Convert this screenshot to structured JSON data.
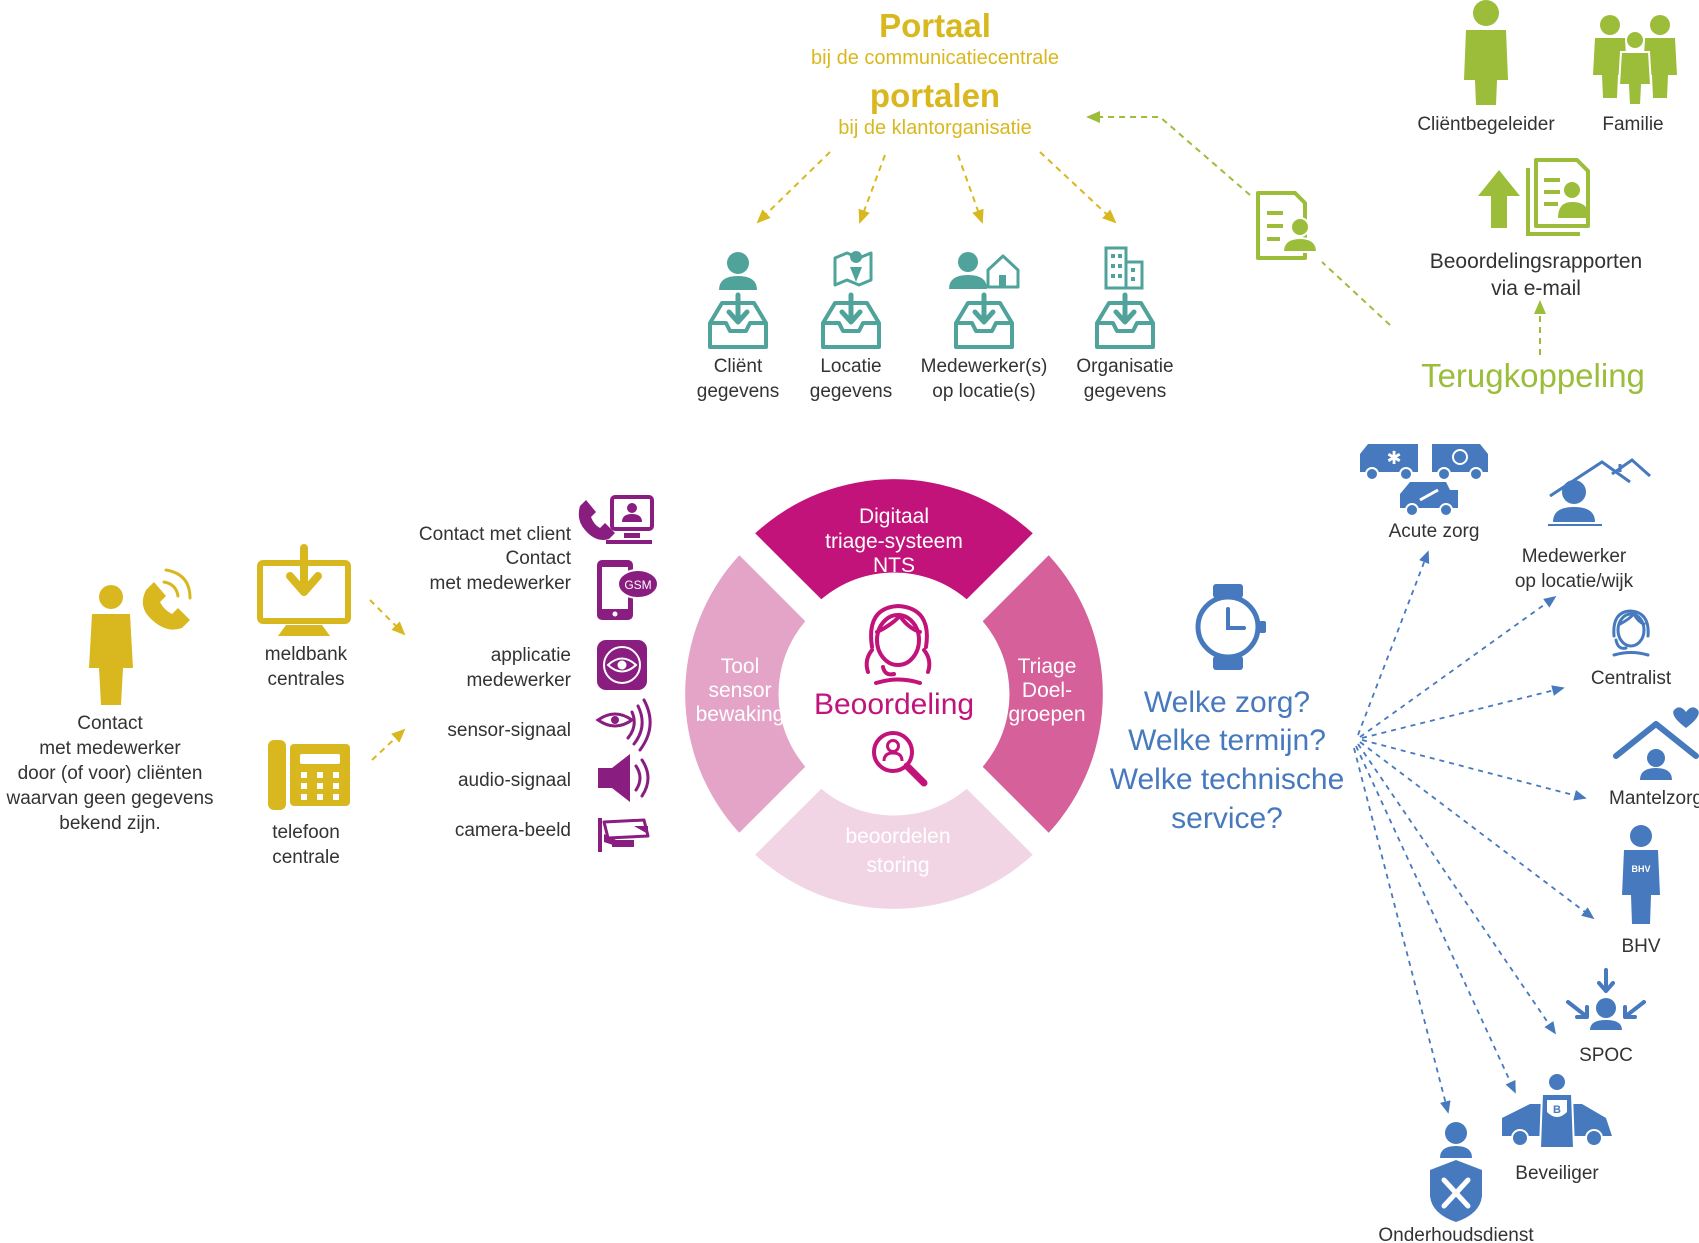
{
  "colors": {
    "gold": "#d9b81f",
    "green": "#9bbd3a",
    "teal": "#4fa39a",
    "purple": "#8a1d80",
    "magenta": "#c2137a",
    "pink_mid": "#d5609a",
    "pink_light": "#e4a4c7",
    "pink_pale": "#f2d5e5",
    "blue": "#4679bd"
  },
  "portal": {
    "title1": "Portaal",
    "sub1": "bij de communicatiecentrale",
    "title2": "portalen",
    "sub2": "bij de klantorganisatie"
  },
  "data_items": [
    {
      "line1": "Cliënt",
      "line2": "gegevens",
      "icon": "person-inbox-icon"
    },
    {
      "line1": "Locatie",
      "line2": "gegevens",
      "icon": "map-pin-inbox-icon"
    },
    {
      "line1": "Medewerker(s)",
      "line2": "op locatie(s)",
      "icon": "person-house-inbox-icon"
    },
    {
      "line1": "Organisatie",
      "line2": "gegevens",
      "icon": "building-inbox-icon"
    }
  ],
  "feedback": {
    "clientbegeleider": "Cliëntbegeleider",
    "familie": "Familie",
    "reports_line1": "Beoordelingsrapporten",
    "reports_line2": "via e-mail",
    "terugkoppeling": "Terugkoppeling"
  },
  "left": {
    "contact": [
      "Contact",
      "met medewerker",
      "door (of voor) cliënten",
      "waarvan geen gegevens",
      "bekend zijn."
    ],
    "meldbank": [
      "meldbank",
      "centrales"
    ],
    "telefoon": [
      "telefoon",
      "centrale"
    ]
  },
  "channels": {
    "contact_client": "Contact met client",
    "contact_mw1": "Contact",
    "contact_mw2": "met medewerker",
    "gsm": "GSM",
    "app1": "applicatie",
    "app2": "medewerker",
    "sensor": "sensor-signaal",
    "audio": "audio-signaal",
    "camera": "camera-beeld"
  },
  "wheel": {
    "top": [
      "Digitaal",
      "triage-systeem",
      "NTS"
    ],
    "left": [
      "Tool",
      "sensor",
      "bewaking"
    ],
    "right": [
      "Triage",
      "Doel-",
      "groepen"
    ],
    "bottom": [
      "beoordelen",
      "storing"
    ],
    "center": "Beoordeling"
  },
  "questions": [
    "Welke zorg?",
    "Welke termijn?",
    "Welke technische",
    "service?"
  ],
  "responders": {
    "acute": "Acute zorg",
    "medewerker1": "Medewerker",
    "medewerker2": "op locatie/wijk",
    "centralist": "Centralist",
    "mantelzorg": "Mantelzorg",
    "bhv": "BHV",
    "bhv_badge": "BHV",
    "spoc": "SPOC",
    "beveiliger": "Beveiliger",
    "beveiliger_badge": "B",
    "onderhoud": "Onderhoudsdienst"
  }
}
